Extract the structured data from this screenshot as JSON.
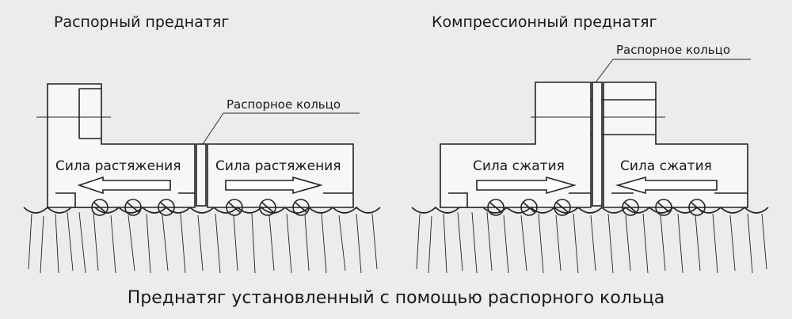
{
  "titles": {
    "left": "Распорный преднатяг",
    "right": "Компрессионный преднатяг"
  },
  "callouts": {
    "left": "Распорное кольцо",
    "right": "Распорное кольцо"
  },
  "forces": {
    "left_a": "Сила растяжения",
    "left_b": "Сила растяжения",
    "right_a": "Сила сжатия",
    "right_b": "Сила сжатия"
  },
  "caption": "Преднатяг установленный с помощью распорного кольца",
  "colors": {
    "background": "#ececec",
    "line": "#222222",
    "arrow_fill": "#ffffff"
  }
}
